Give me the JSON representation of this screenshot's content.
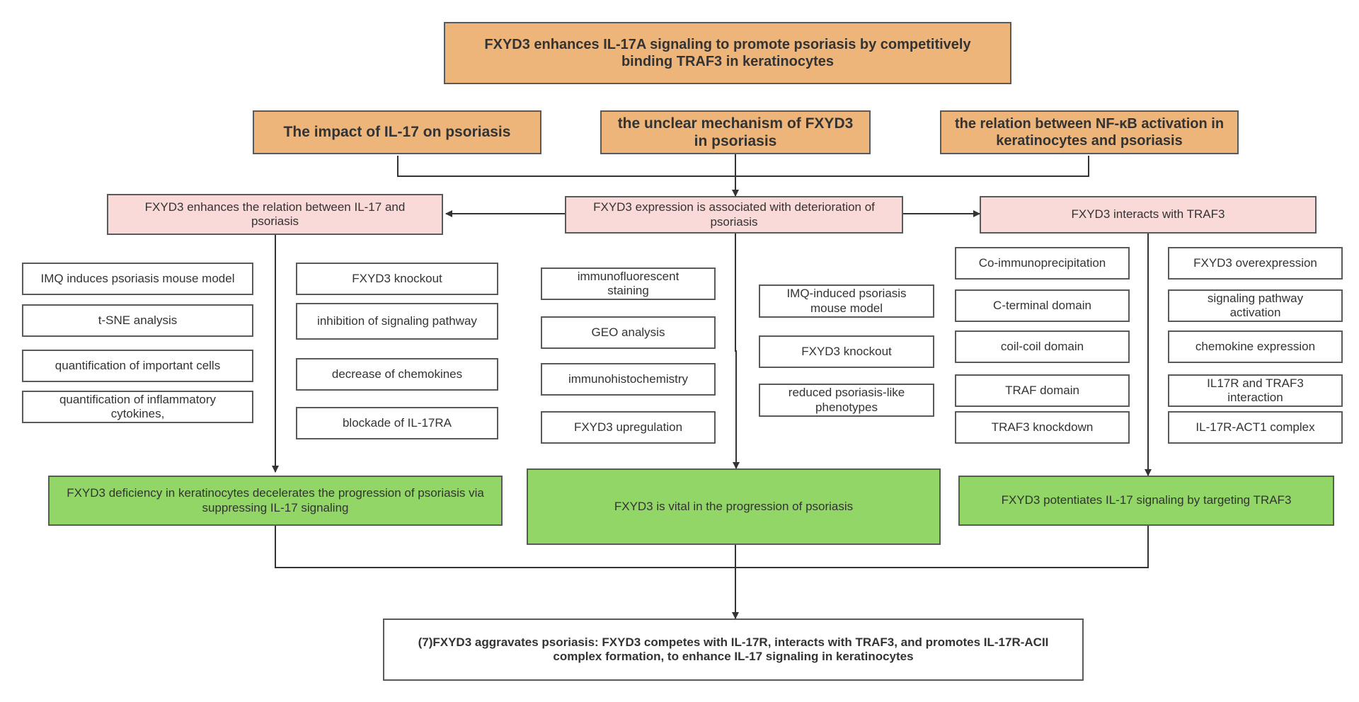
{
  "title": "FXYD3 enhances IL-17A signaling to promote psoriasis by competitively binding TRAF3 in keratinocytes",
  "background": [
    "The impact of IL-17 on psoriasis",
    "the unclear mechanism of FXYD3 in psoriasis",
    "the relation between NF-κB activation in keratinocytes and psoriasis"
  ],
  "center_finding": "FXYD3 expression is associated with deterioration of psoriasis",
  "left_finding": "FXYD3 enhances the relation between IL-17 and psoriasis",
  "right_finding": "FXYD3 interacts with TRAF3",
  "left_methods_a": [
    "IMQ induces psoriasis mouse model",
    "t-SNE analysis",
    "quantification of important cells",
    "quantification of  inflammatory cytokines,"
  ],
  "left_methods_b": [
    "FXYD3 knockout",
    "inhibition of signaling pathway",
    "decrease of chemokines",
    "blockade of IL-17RA"
  ],
  "center_methods_a": [
    "immunofluorescent staining",
    "GEO analysis",
    "immunohistochemistry",
    "FXYD3 upregulation"
  ],
  "center_methods_b": [
    "IMQ-induced psoriasis mouse model",
    "FXYD3 knockout",
    "reduced psoriasis-like phenotypes"
  ],
  "right_methods_a": [
    "Co-immunoprecipitation",
    "C-terminal domain",
    "coil-coil domain",
    "TRAF domain",
    "TRAF3 knockdown"
  ],
  "right_methods_b": [
    "FXYD3 overexpression",
    "signaling pathway activation",
    "chemokine expression",
    "IL17R and TRAF3 interaction",
    "IL-17R-ACT1 complex"
  ],
  "conclusions": [
    "FXYD3 deficiency in keratinocytes decelerates the progression of psoriasis via suppressing IL-17 signaling",
    "FXYD3 is vital in the progression of psoriasis",
    "FXYD3 potentiates IL-17 signaling by targeting TRAF3"
  ],
  "final": "(7)FXYD3 aggravates psoriasis: FXYD3 competes with IL-17R, interacts with TRAF3, and promotes IL-17R-ACII complex formation, to enhance IL-17 signaling in keratinocytes",
  "colors": {
    "orange": "#EEB57B",
    "pink": "#FAD9D9",
    "green": "#92D667",
    "line": "#333333"
  }
}
